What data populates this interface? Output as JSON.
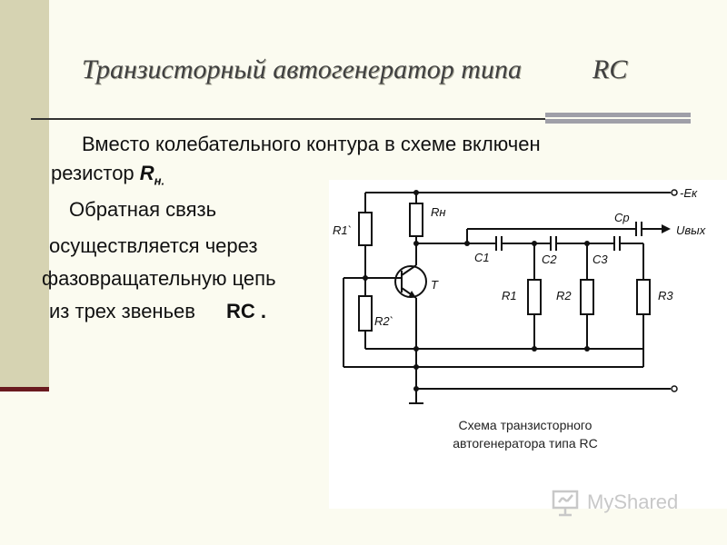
{
  "slide": {
    "title": "Транзисторный автогенератор типа",
    "title_rc": "RC",
    "line1": "Вместо колебательного контура в схеме включен",
    "line2_prefix": "резистор ",
    "rn_main": "R",
    "rn_sub": "н.",
    "line3": "Обратная связь",
    "line4": "осуществляется через",
    "line5": "фазовращательную цепь",
    "line6": "из трех звеньев",
    "line6_rc": "RC ."
  },
  "diagram": {
    "labels": {
      "ek": "-Eк",
      "r1prime": "R1`",
      "rn": "Rн",
      "cp": "Cр",
      "uvyx": "Uвых",
      "c1": "C1",
      "c2": "C2",
      "c3": "C3",
      "t": "T",
      "r1": "R1",
      "r2": "R2",
      "r3": "R3",
      "r2prime": "R2`"
    },
    "caption_line1": "Схема транзисторного",
    "caption_line2": "автогенератора типа RC"
  },
  "watermark": {
    "text": "MyShared",
    "icon": "presentation-board-icon"
  },
  "colors": {
    "background": "#fbfbf0",
    "left_bar": "#d6d3b2",
    "left_bar_edge": "#6a1a1f",
    "title_color": "#404040",
    "rule_accent": "#9f9fa8"
  }
}
